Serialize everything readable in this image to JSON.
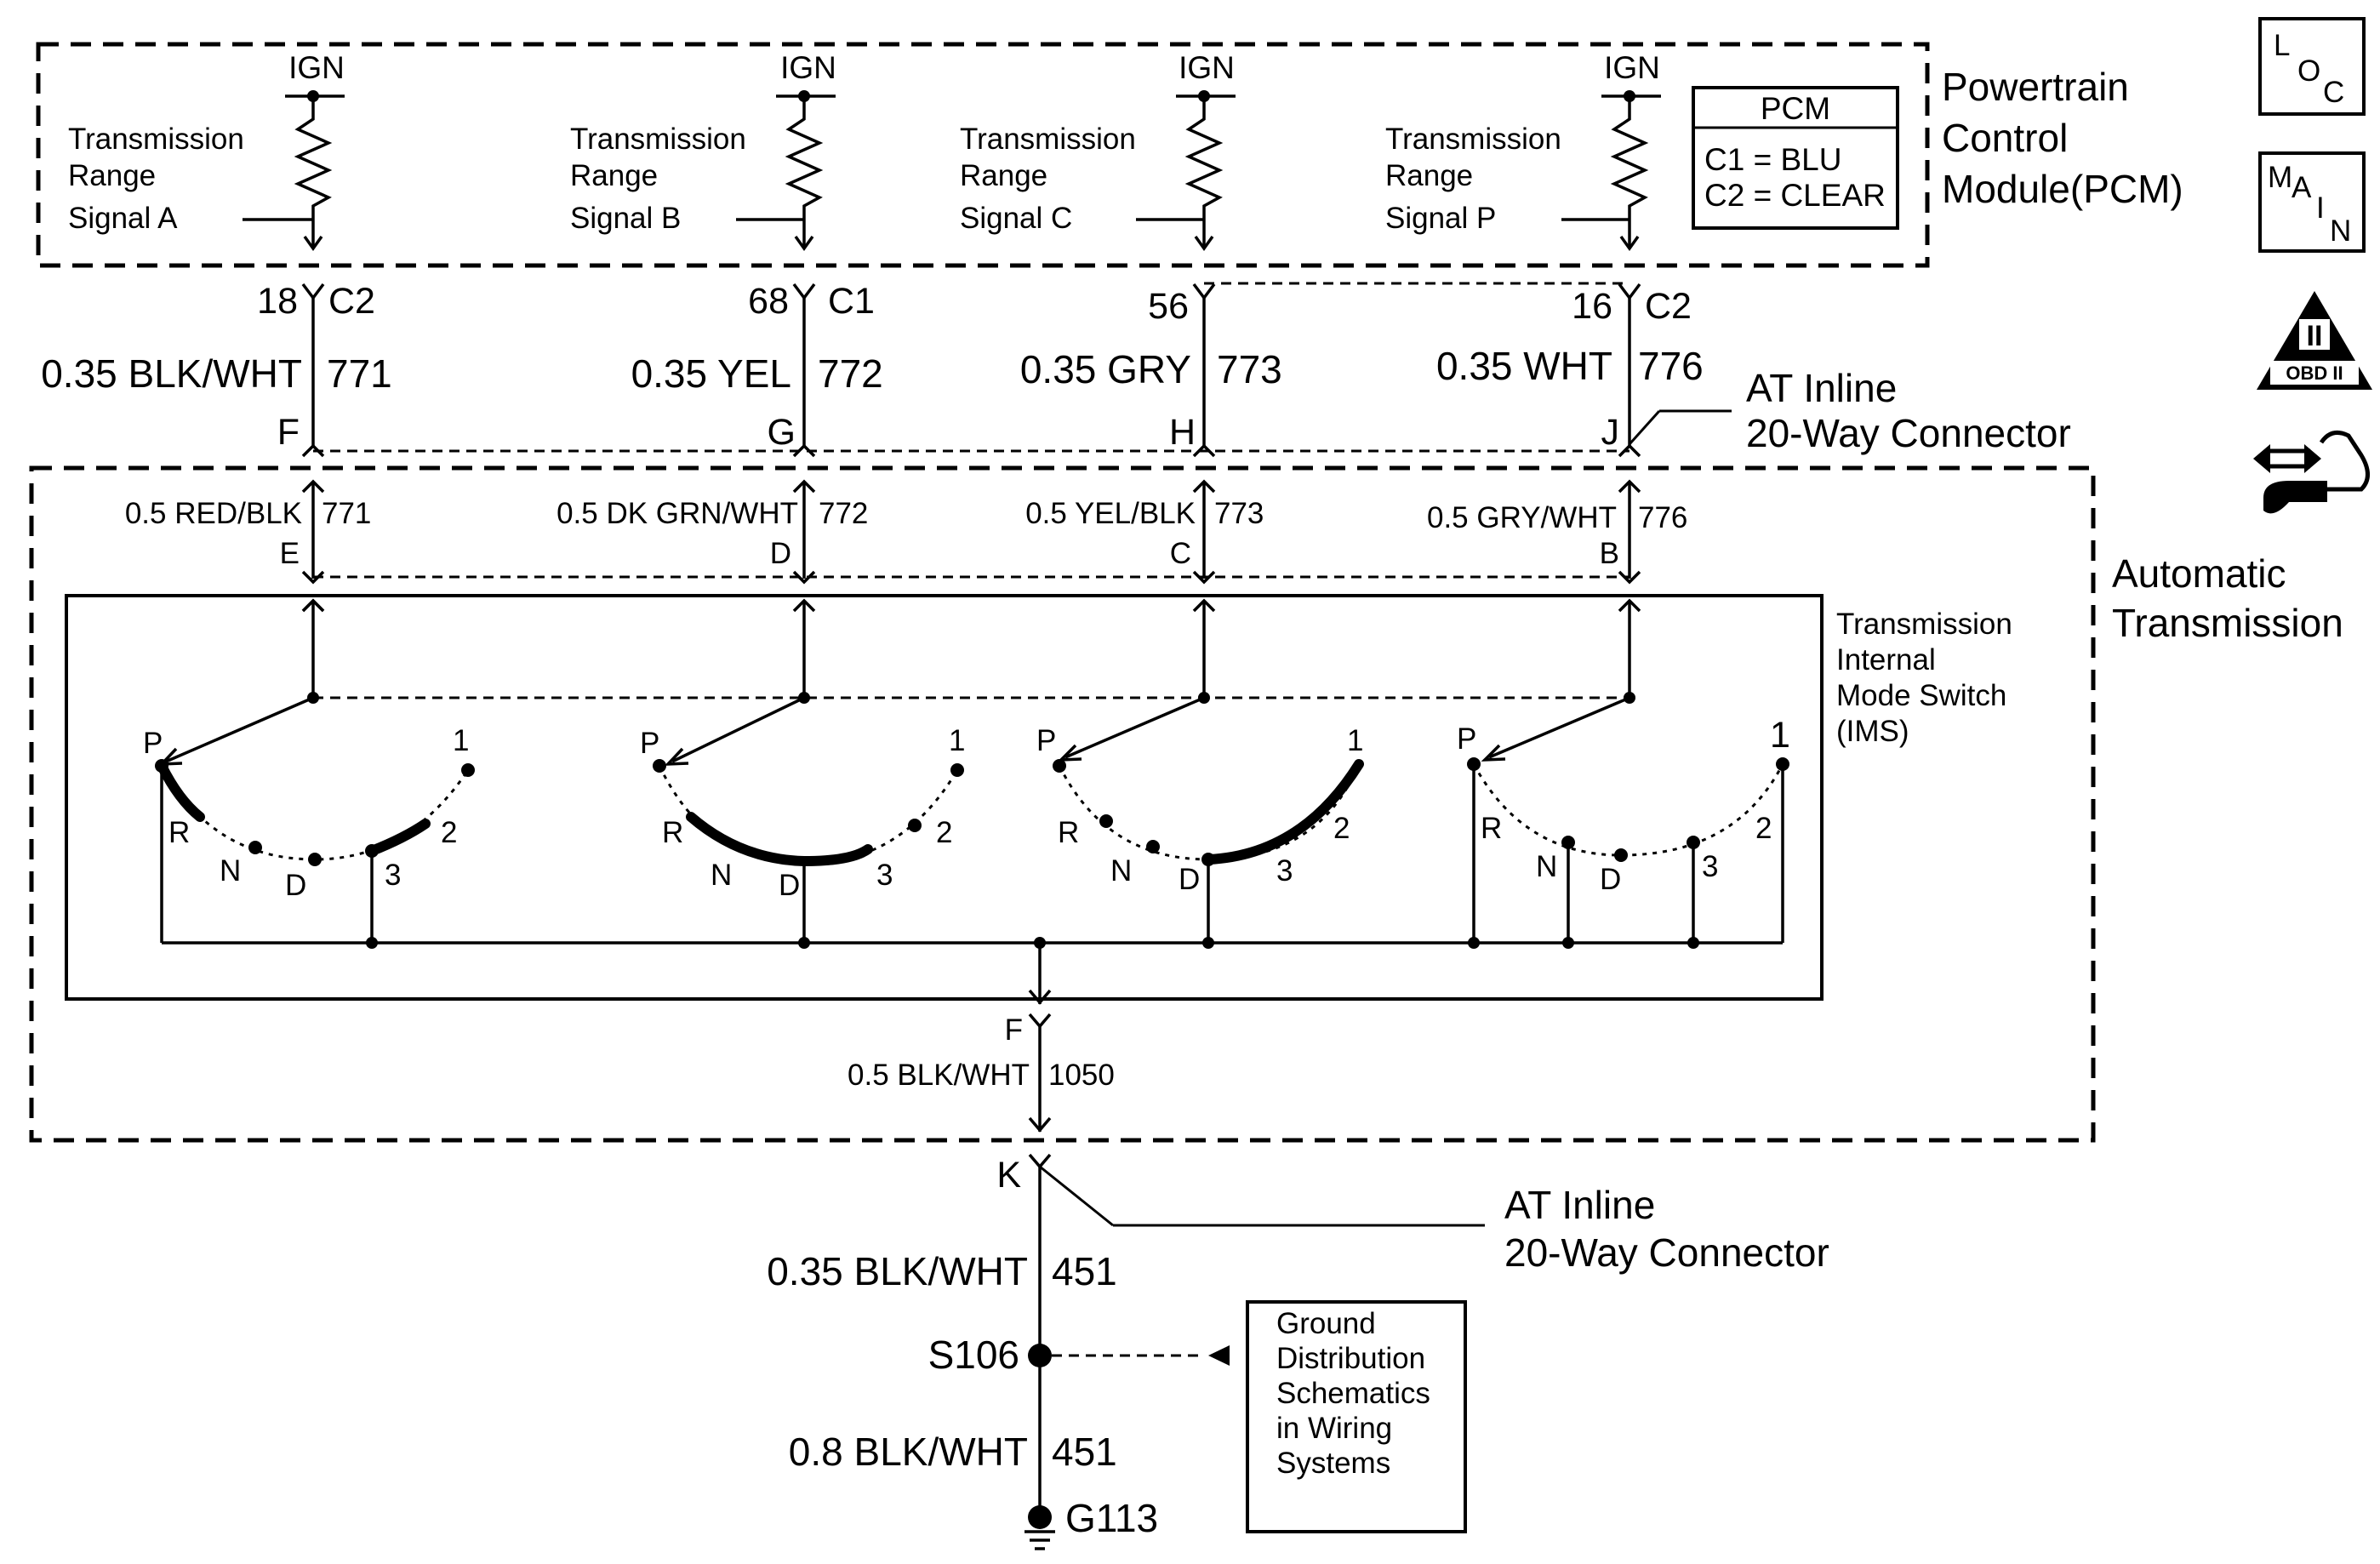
{
  "pcm_box": {
    "title": "Powertrain Control Module(PCM)",
    "title_lines": [
      "Powertrain",
      "Control",
      "Module(PCM)"
    ],
    "legend_title": "PCM",
    "legend_c1": "C1 = BLU",
    "legend_c2": "C2 = CLEAR"
  },
  "signals": [
    {
      "ign": "IGN",
      "label_lines": [
        "Transmission",
        "Range",
        "Signal A"
      ],
      "pin": "18",
      "conn": "C2",
      "wire_color": "0.35 BLK/WHT",
      "circuit": "771",
      "inline_top": "F",
      "inside_color": "0.5 RED/BLK",
      "inside_circuit": "771",
      "inline_bottom": "E"
    },
    {
      "ign": "IGN",
      "label_lines": [
        "Transmission",
        "Range",
        "Signal B"
      ],
      "pin": "68",
      "conn": "C1",
      "wire_color": "0.35 YEL",
      "circuit": "772",
      "inline_top": "G",
      "inside_color": "0.5 DK GRN/WHT",
      "inside_circuit": "772",
      "inline_bottom": "D"
    },
    {
      "ign": "IGN",
      "label_lines": [
        "Transmission",
        "Range",
        "Signal C"
      ],
      "pin": "56",
      "conn": "",
      "wire_color": "0.35 GRY",
      "circuit": "773",
      "inline_top": "H",
      "inside_color": "0.5 YEL/BLK",
      "inside_circuit": "773",
      "inline_bottom": "C"
    },
    {
      "ign": "IGN",
      "label_lines": [
        "Transmission",
        "Range",
        "Signal P"
      ],
      "pin": "16",
      "conn": "C2",
      "wire_color": "0.35 WHT",
      "circuit": "776",
      "inline_top": "J",
      "inside_color": "0.5 GRY/WHT",
      "inside_circuit": "776",
      "inline_bottom": "B"
    }
  ],
  "inline_connector_top": [
    "AT Inline",
    "20-Way Connector"
  ],
  "inline_connector_bottom": [
    "AT Inline",
    "20-Way Connector"
  ],
  "auto_trans": [
    "Automatic",
    "Transmission"
  ],
  "ims": [
    "Transmission",
    "Internal",
    "Mode Switch",
    "(IMS)"
  ],
  "switch_positions": {
    "p": "P",
    "r": "R",
    "n": "N",
    "d": "D",
    "three": "3",
    "two": "2",
    "one": "1"
  },
  "ground": {
    "ims_pin": "F",
    "ims_wire": "0.5 BLK/WHT",
    "ims_circuit": "1050",
    "inline_pin": "K",
    "wire1": "0.35 BLK/WHT",
    "wire1_circuit": "451",
    "splice": "S106",
    "wire2": "0.8 BLK/WHT",
    "wire2_circuit": "451",
    "ground_point": "G113"
  },
  "ground_ref": [
    "Ground",
    "Distribution",
    "Schematics",
    "in Wiring",
    "Systems"
  ],
  "side_icons": [
    {
      "name": "loc",
      "letters": [
        "L",
        "O",
        "C"
      ]
    },
    {
      "name": "main",
      "letters": [
        "M",
        "A",
        "I",
        "N"
      ]
    },
    {
      "name": "obd",
      "roman": "II",
      "label": "OBD II"
    },
    {
      "name": "connector-test"
    }
  ]
}
